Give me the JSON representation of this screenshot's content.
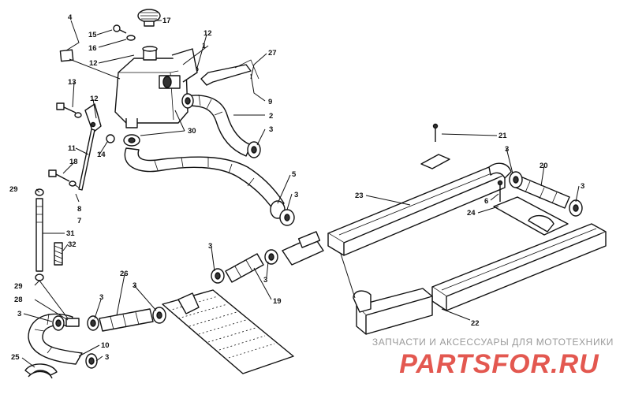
{
  "callouts": [
    {
      "id": "c1",
      "label": "1"
    },
    {
      "id": "c2",
      "label": "2"
    },
    {
      "id": "c3a",
      "label": "3"
    },
    {
      "id": "c3b",
      "label": "3"
    },
    {
      "id": "c3c",
      "label": "3"
    },
    {
      "id": "c3d",
      "label": "3"
    },
    {
      "id": "c3e",
      "label": "3"
    },
    {
      "id": "c3f",
      "label": "3"
    },
    {
      "id": "c3g",
      "label": "3"
    },
    {
      "id": "c3h",
      "label": "3"
    },
    {
      "id": "c3i",
      "label": "3"
    },
    {
      "id": "c3j",
      "label": "3"
    },
    {
      "id": "c4",
      "label": "4"
    },
    {
      "id": "c5",
      "label": "5"
    },
    {
      "id": "c6",
      "label": "6"
    },
    {
      "id": "c7",
      "label": "7"
    },
    {
      "id": "c8",
      "label": "8"
    },
    {
      "id": "c9",
      "label": "9"
    },
    {
      "id": "c10",
      "label": "10"
    },
    {
      "id": "c11",
      "label": "11"
    },
    {
      "id": "c12a",
      "label": "12"
    },
    {
      "id": "c12b",
      "label": "12"
    },
    {
      "id": "c12c",
      "label": "12"
    },
    {
      "id": "c13",
      "label": "13"
    },
    {
      "id": "c14",
      "label": "14"
    },
    {
      "id": "c15",
      "label": "15"
    },
    {
      "id": "c16",
      "label": "16"
    },
    {
      "id": "c17",
      "label": "17"
    },
    {
      "id": "c18",
      "label": "18"
    },
    {
      "id": "c19",
      "label": "19"
    },
    {
      "id": "c20",
      "label": "20"
    },
    {
      "id": "c21",
      "label": "21"
    },
    {
      "id": "c22",
      "label": "22"
    },
    {
      "id": "c23",
      "label": "23"
    },
    {
      "id": "c24",
      "label": "24"
    },
    {
      "id": "c25",
      "label": "25"
    },
    {
      "id": "c26",
      "label": "26"
    },
    {
      "id": "c27",
      "label": "27"
    },
    {
      "id": "c28",
      "label": "28"
    },
    {
      "id": "c29a",
      "label": "29"
    },
    {
      "id": "c29b",
      "label": "29"
    },
    {
      "id": "c30",
      "label": "30"
    },
    {
      "id": "c31",
      "label": "31"
    },
    {
      "id": "c32",
      "label": "32"
    }
  ],
  "watermark": {
    "caption": "ЗАПЧАСТИ И АКСЕССУАРЫ ДЛЯ МОТОТЕХНИКИ",
    "logo_text": "PARTSFOR.RU",
    "logo_color": "#e0473e"
  },
  "colors": {
    "ink": "#111111",
    "background": "#ffffff",
    "caption_gray": "#9a9a9a"
  }
}
